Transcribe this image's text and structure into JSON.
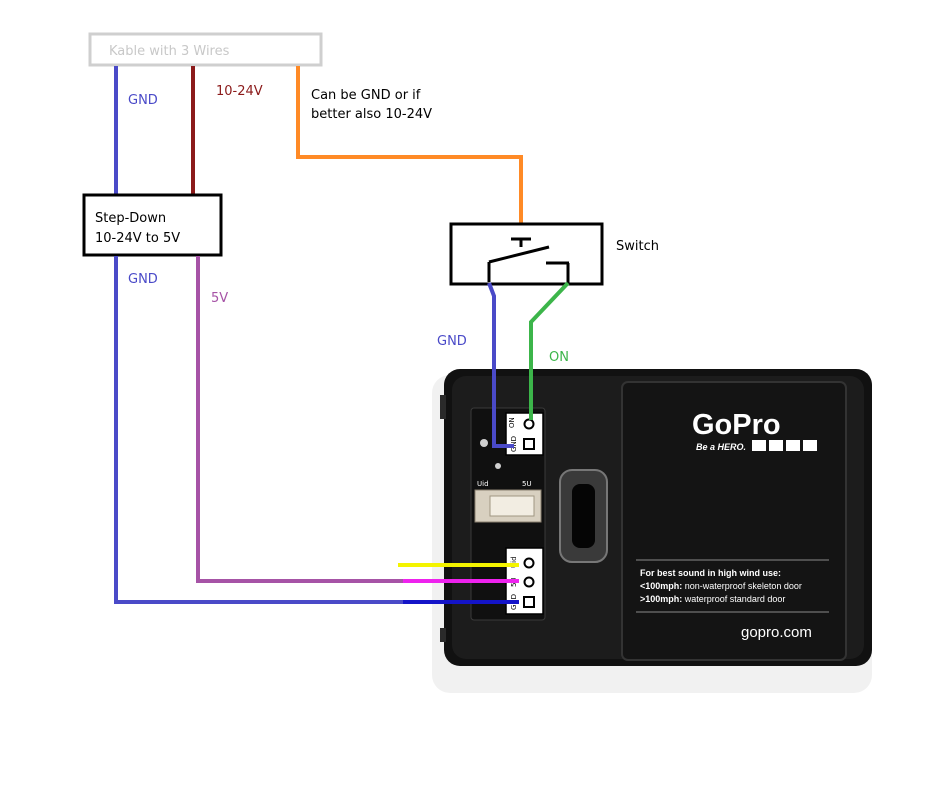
{
  "cable": {
    "label": "Kable with 3 Wires"
  },
  "wires": {
    "gnd_top": "GND",
    "v_in": "10-24V",
    "orange_note_line1": "Can be GND or if",
    "orange_note_line2": "better also 10-24V",
    "gnd_bottom": "GND",
    "v_5": "5V",
    "gnd_switch": "GND",
    "on": "ON"
  },
  "stepdown": {
    "line1": "Step-Down",
    "line2": "10-24V to 5V"
  },
  "switch": {
    "label": "Switch"
  },
  "camera": {
    "logo": "GoPro",
    "tagline": "Be a HERO.",
    "sticker_line1": "For best sound in high wind use:",
    "sticker_line2_bold": "<100mph:",
    "sticker_line2_rest": " non-waterproof skeleton door",
    "sticker_line3_bold": ">100mph:",
    "sticker_line3_rest": " waterproof standard door",
    "url": "gopro.com"
  },
  "board": {
    "top_pins": [
      "ON",
      "GND"
    ],
    "mid_labels": [
      "Uid",
      "5U"
    ],
    "bottom_pins": [
      "Uid",
      "5U",
      "GND"
    ]
  },
  "colors": {
    "gnd": "#4a4ac8",
    "v_in": "#8b1a1a",
    "orange": "#ff8a26",
    "v5": "#a653a6",
    "on": "#3cb54a",
    "yellow": "#f4f400",
    "magenta": "#ee22ee",
    "blue": "#1414c8"
  }
}
